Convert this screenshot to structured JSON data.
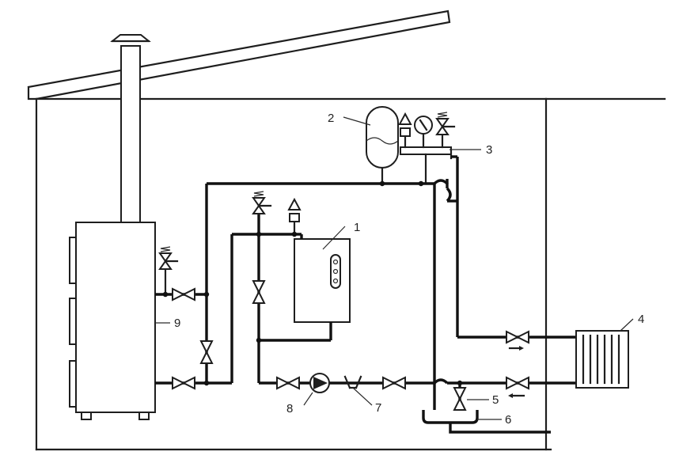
{
  "labels": {
    "l1": "1",
    "l2": "2",
    "l3": "3",
    "l4": "4",
    "l5": "5",
    "l6": "6",
    "l7": "7",
    "l8": "8",
    "l9": "9"
  },
  "colors": {
    "stroke": "#1e1e1e",
    "background": "#ffffff"
  }
}
